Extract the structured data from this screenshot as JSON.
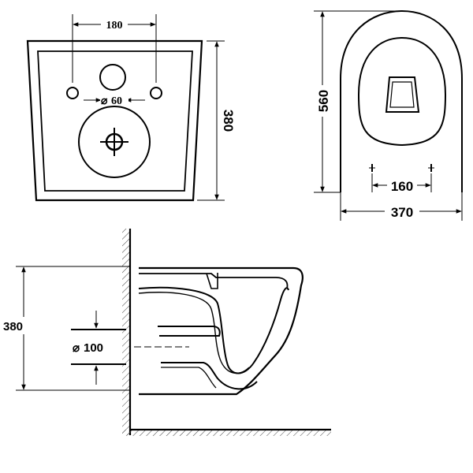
{
  "front_view": {
    "dim_hole_spacing": "180",
    "dim_height": "380",
    "dim_inlet": "60",
    "diameter_symbol": "⌀"
  },
  "top_view": {
    "dim_length": "560",
    "dim_bolt_spacing": "160",
    "dim_width": "370"
  },
  "side_view": {
    "dim_height": "380",
    "dim_outlet": "100",
    "diameter_symbol": "⌀"
  }
}
